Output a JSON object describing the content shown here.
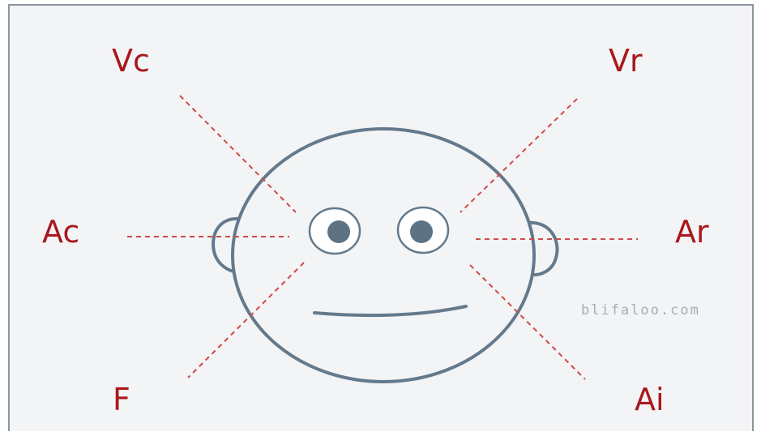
{
  "labels": {
    "vc": "Vc",
    "vr": "Vr",
    "ac": "Ac",
    "ar": "Ar",
    "f": "F",
    "ai": "Ai"
  },
  "watermark": "blifaloo.com",
  "colors": {
    "label": "#a8191c",
    "guide_line": "#cf4b4b",
    "face_outline": "#647a8c",
    "background": "#f3f4f6"
  }
}
